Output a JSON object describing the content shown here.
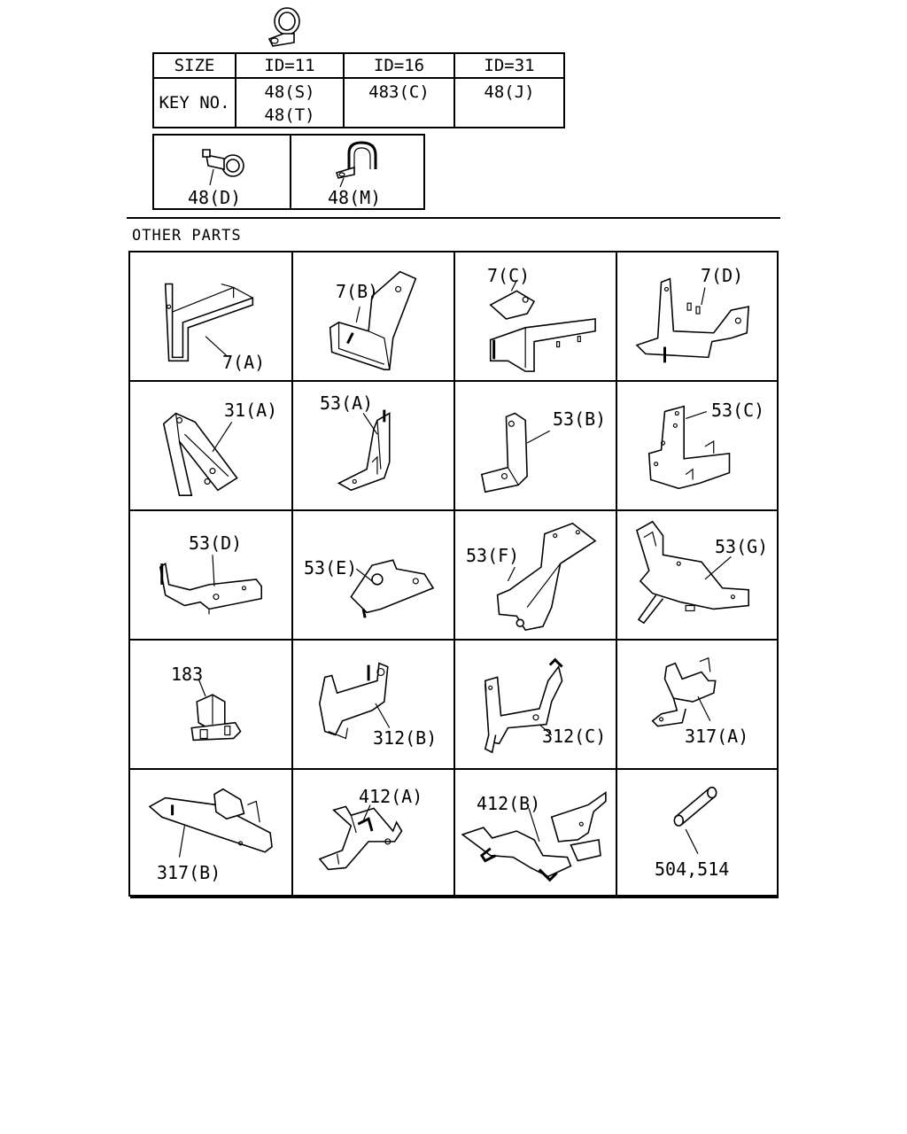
{
  "size_table": {
    "header": [
      "SIZE",
      "ID=11",
      "ID=16",
      "ID=31"
    ],
    "row_label": "KEY NO.",
    "cells": [
      [
        "48(S)",
        "48(T)"
      ],
      [
        "483(C)"
      ],
      [
        "48(J)"
      ]
    ]
  },
  "clips": [
    {
      "label": "48(D)",
      "icon": "clip-d-icon"
    },
    {
      "label": "48(M)",
      "icon": "clip-m-icon"
    }
  ],
  "section_title": "OTHER PARTS",
  "parts": [
    {
      "label": "7(A)",
      "icon": "bracket-7a-icon"
    },
    {
      "label": "7(B)",
      "icon": "bracket-7b-icon"
    },
    {
      "label": "7(C)",
      "icon": "bracket-7c-icon"
    },
    {
      "label": "7(D)",
      "icon": "bracket-7d-icon"
    },
    {
      "label": "31(A)",
      "icon": "bracket-31a-icon"
    },
    {
      "label": "53(A)",
      "icon": "bracket-53a-icon"
    },
    {
      "label": "53(B)",
      "icon": "bracket-53b-icon"
    },
    {
      "label": "53(C)",
      "icon": "bracket-53c-icon"
    },
    {
      "label": "53(D)",
      "icon": "bracket-53d-icon"
    },
    {
      "label": "53(E)",
      "icon": "bracket-53e-icon"
    },
    {
      "label": "53(F)",
      "icon": "bracket-53f-icon"
    },
    {
      "label": "53(G)",
      "icon": "bracket-53g-icon"
    },
    {
      "label": "183",
      "icon": "clip-183-icon"
    },
    {
      "label": "312(B)",
      "icon": "bracket-312b-icon"
    },
    {
      "label": "312(C)",
      "icon": "bracket-312c-icon"
    },
    {
      "label": "317(A)",
      "icon": "bracket-317a-icon"
    },
    {
      "label": "317(B)",
      "icon": "bracket-317b-icon"
    },
    {
      "label": "412(A)",
      "icon": "bracket-412a-icon"
    },
    {
      "label": "412(B)",
      "icon": "bracket-412b-icon"
    },
    {
      "label": "504,514",
      "icon": "pipe-504-514-icon"
    }
  ]
}
